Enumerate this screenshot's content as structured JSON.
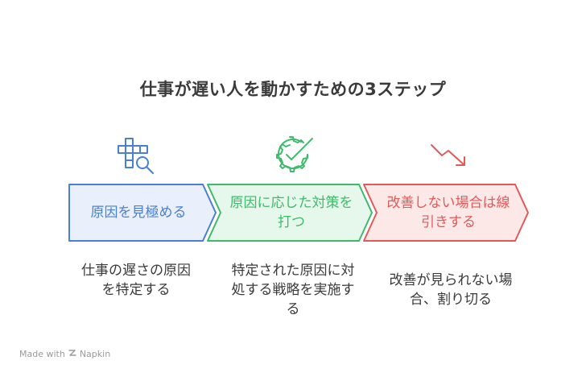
{
  "title": "仕事が遅い人を動かすための3ステップ",
  "steps": [
    {
      "label": "原因を見極める",
      "description": "仕事の遅さの原因を特定する",
      "icon": "grid-magnifier-icon",
      "color": "#4a7fd6",
      "fill": "#e9f0fc"
    },
    {
      "label": "原因に応じた対策を打つ",
      "description": "特定された原因に対処する戦略を実施する",
      "icon": "gear-check-icon",
      "color": "#3fba6c",
      "fill": "#e6f7ec"
    },
    {
      "label": "改善しない場合は線引きする",
      "description": "改善が見られない場合、割り切る",
      "icon": "trend-down-icon",
      "color": "#e05a5a",
      "fill": "#fde8e8"
    }
  ],
  "footer": {
    "prefix": "Made with",
    "brand": "Napkin"
  }
}
